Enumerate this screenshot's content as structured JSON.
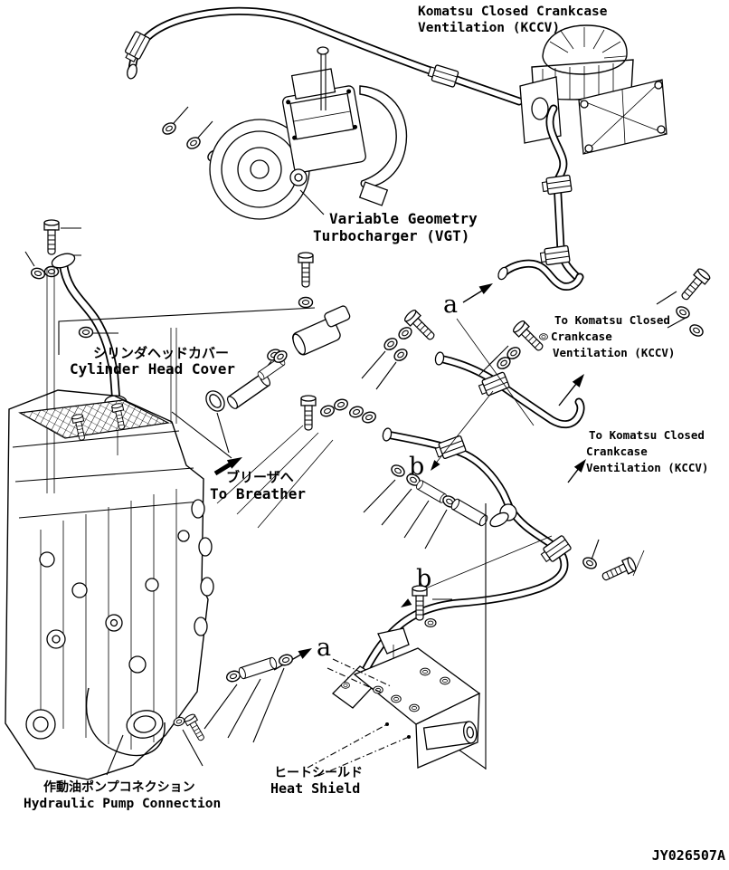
{
  "diagram": {
    "background": "#ffffff",
    "line_color": "#000000",
    "drawing_number": "JY026507A",
    "labels": {
      "kccv_unit": {
        "line1": "Komatsu Closed Crankcase",
        "line2": "Ventilation (KCCV)"
      },
      "vgt": {
        "line1": "Variable Geometry",
        "line2": "Turbocharger (VGT)"
      },
      "cylinder_head_cover": {
        "jp": "シリンダヘッドカバー",
        "en": "Cylinder Head Cover"
      },
      "to_breather": {
        "jp": "ブリーザへ",
        "en": "To Breather"
      },
      "to_kccv_upper": {
        "line1": "To Komatsu Closed",
        "line2": "Crankcase",
        "line3": "Ventilation (KCCV)"
      },
      "to_kccv_lower": {
        "line1": "To Komatsu Closed",
        "line2": "Crankcase",
        "line3": "Ventilation (KCCV)"
      },
      "heat_shield": {
        "jp": "ヒートシールド",
        "en": "Heat Shield"
      },
      "hydraulic_pump_connection": {
        "jp": "作動油ポンプコネクション",
        "en": "Hydraulic Pump Connection"
      }
    },
    "markers": {
      "a_upper": "a",
      "b_upper": "b",
      "b_lower": "b",
      "a_lower": "a"
    }
  }
}
